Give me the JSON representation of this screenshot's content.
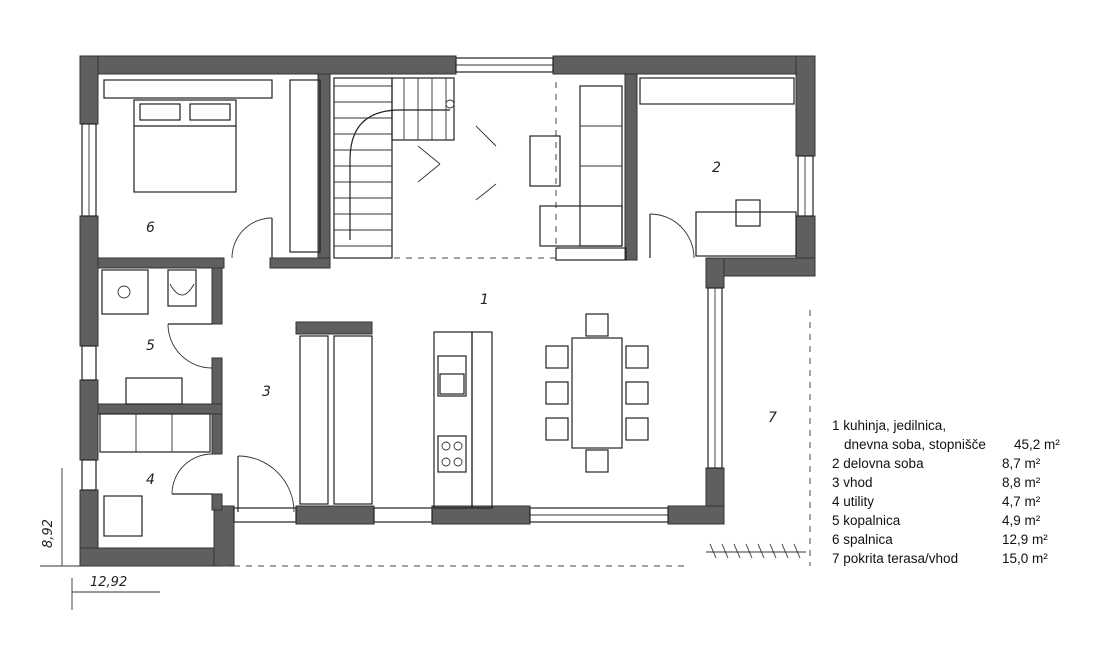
{
  "plan": {
    "rooms": [
      {
        "num": "1"
      },
      {
        "num": "2"
      },
      {
        "num": "3"
      },
      {
        "num": "4"
      },
      {
        "num": "5"
      },
      {
        "num": "6"
      },
      {
        "num": "7"
      }
    ],
    "dimensions": {
      "height": "8,92",
      "width": "12,92"
    }
  },
  "legend": {
    "rows": [
      {
        "label": "1 kuhinja, jedilnica,",
        "area": ""
      },
      {
        "label": "dnevna soba, stopnišče",
        "area": "45,2 m²"
      },
      {
        "label": "2 delovna soba",
        "area": "8,7 m²"
      },
      {
        "label": "3 vhod",
        "area": "8,8 m²"
      },
      {
        "label": "4 utility",
        "area": "4,7 m²"
      },
      {
        "label": "5 kopalnica",
        "area": "4,9 m²"
      },
      {
        "label": "6 spalnica",
        "area": "12,9 m²"
      },
      {
        "label": "7 pokrita terasa/vhod",
        "area": "15,0 m²"
      }
    ]
  },
  "colors": {
    "wall": "#5f5f5f",
    "line": "#222222",
    "background": "#ffffff"
  }
}
